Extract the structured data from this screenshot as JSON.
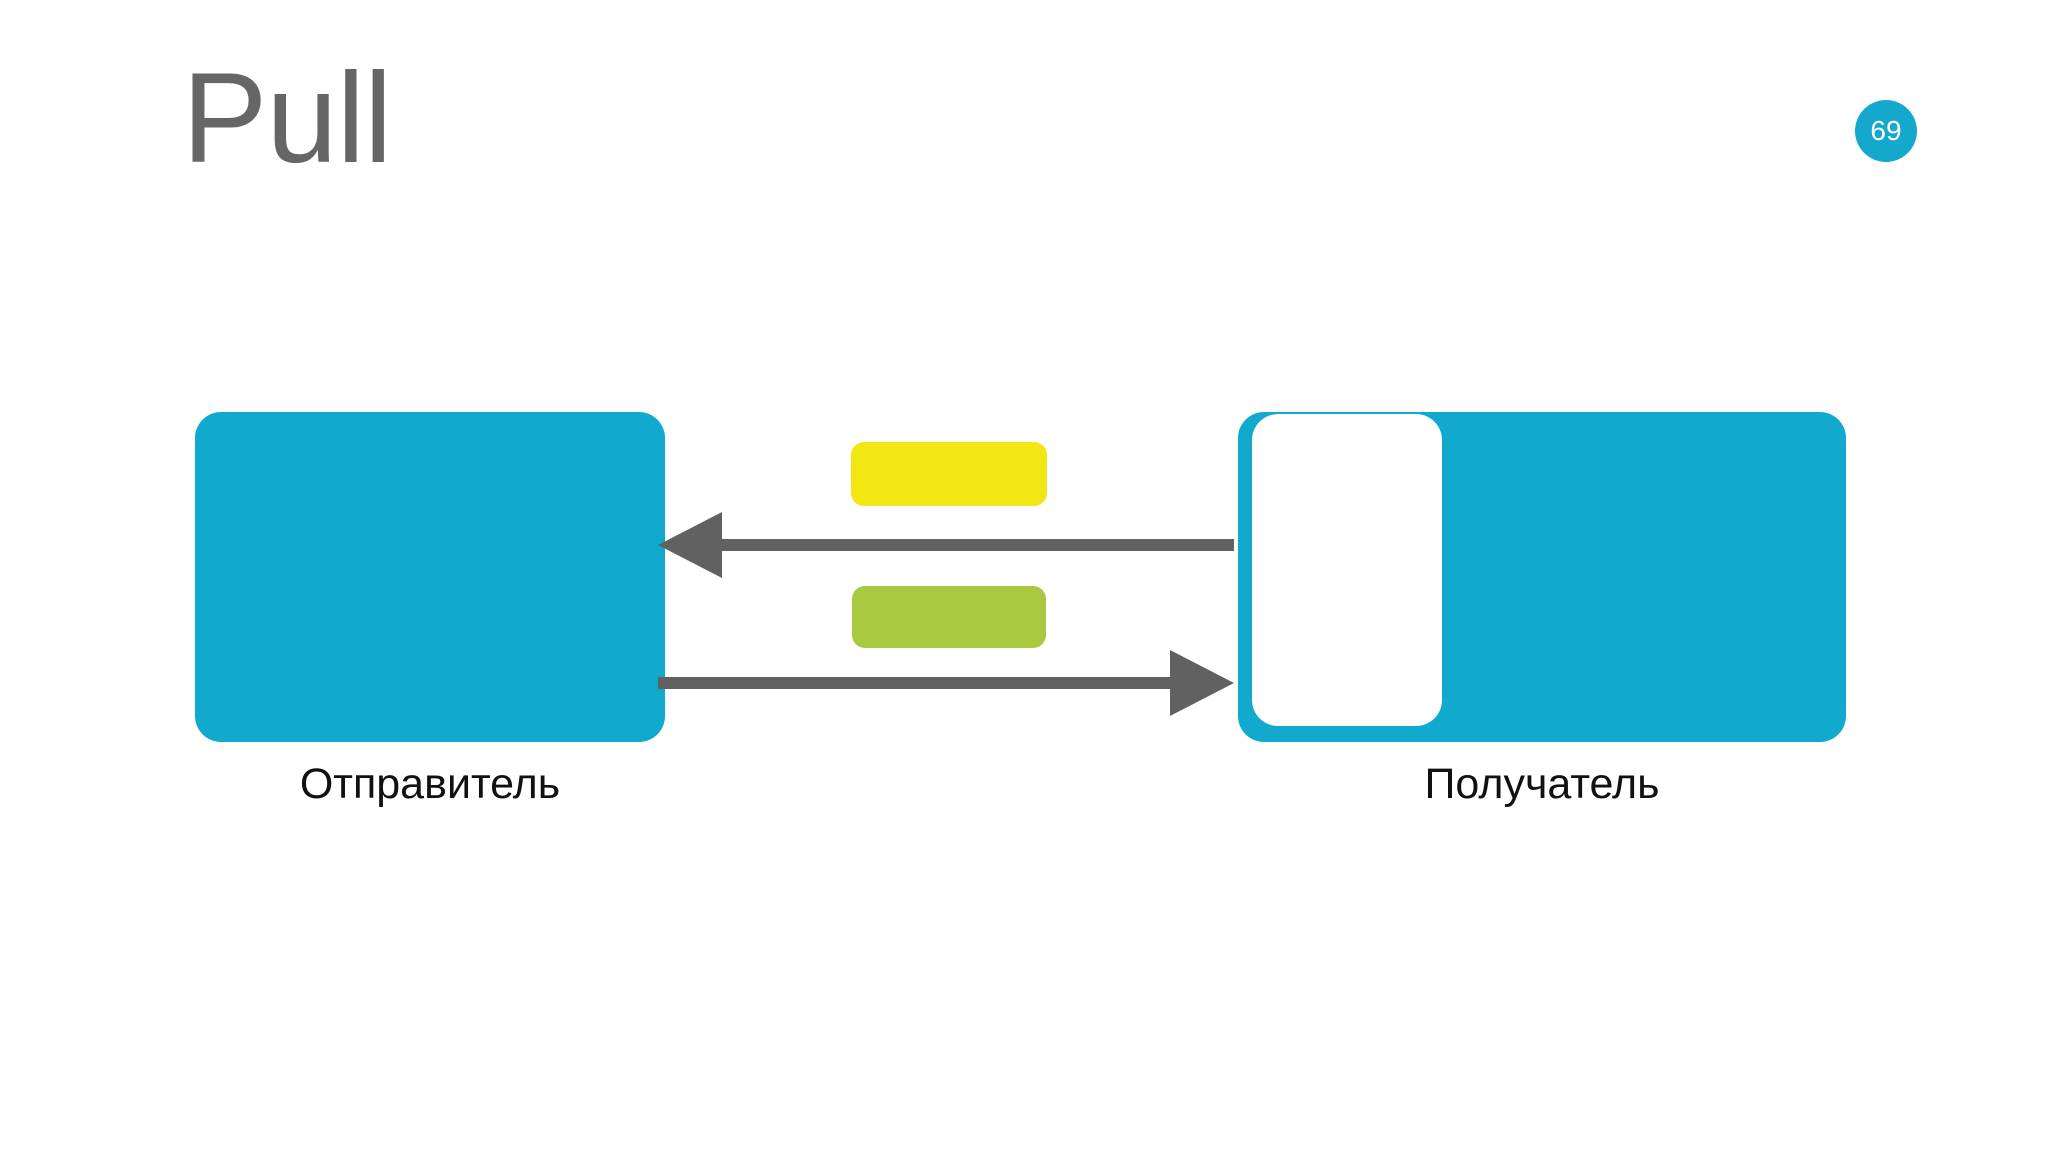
{
  "slide": {
    "title": "Pull",
    "page_number": "69",
    "background_color": "#ffffff",
    "title_color": "#666666"
  },
  "badge": {
    "label": "69",
    "fill_color": "#14a8cd",
    "text_color": "#ffffff"
  },
  "diagram": {
    "type": "flow",
    "nodes": [
      {
        "id": "sender",
        "label": "Отправитель",
        "fill_color": "#12a9cf",
        "label_color": "#111111"
      },
      {
        "id": "receiver",
        "label": "Получатель",
        "fill_color": "#12a9cf",
        "label_color": "#111111",
        "slot_color": "#ffffff"
      }
    ],
    "messages": [
      {
        "id": "request",
        "color": "#f2e712",
        "name": "yellow-message-bar"
      },
      {
        "id": "response",
        "color": "#a8c93f",
        "name": "green-message-bar"
      }
    ],
    "arrows": [
      {
        "id": "receiver-to-sender",
        "direction": "left",
        "color": "#616161"
      },
      {
        "id": "sender-to-receiver",
        "direction": "right",
        "color": "#616161"
      }
    ]
  }
}
